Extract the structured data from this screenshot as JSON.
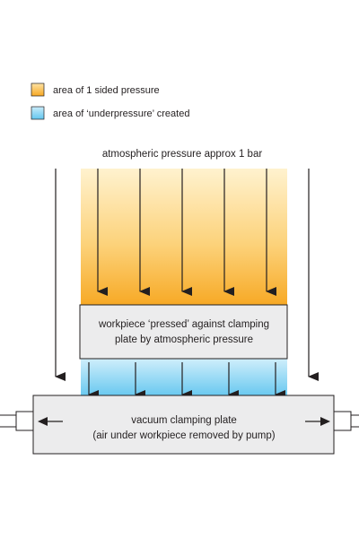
{
  "legend": {
    "items": [
      {
        "label": "area of 1 sided pressure",
        "swatch": "pressure-gradient"
      },
      {
        "label": "area of ‘underpressure’ created",
        "swatch": "underpressure-gradient"
      }
    ]
  },
  "atmosphere_label": "atmospheric pressure approx 1 bar",
  "workpiece": {
    "line1": "workpiece ‘pressed’ against clamping",
    "line2": "plate by atmospheric pressure"
  },
  "clamping_plate": {
    "line1": "vacuum clamping plate",
    "line2": "(air under workpiece removed by pump)"
  },
  "colors": {
    "pressure_top": "#fff2cf",
    "pressure_bottom": "#f7a823",
    "underpressure_top": "#cfeefb",
    "underpressure_bottom": "#62c6ef",
    "box_fill": "#ececed",
    "stroke": "#231f20"
  }
}
